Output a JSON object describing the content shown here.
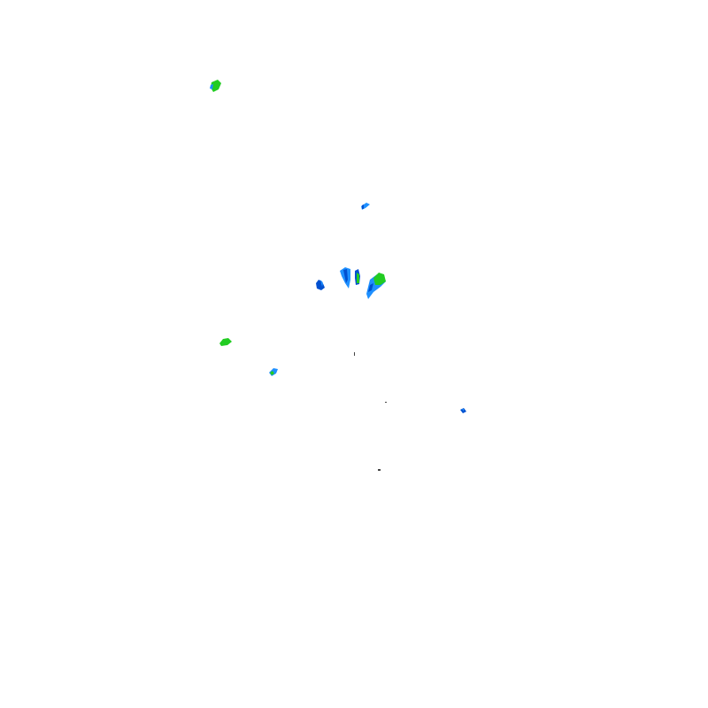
{
  "map": {
    "kind": "radar-reflectivity-overlay",
    "background_color": "#ffffff",
    "echo_colors": {
      "light": "#1e90ff",
      "moderate": "#0050d0",
      "heavy": "#22cc22",
      "trace": "#444444"
    },
    "echoes": [
      {
        "id": "echo-north-west",
        "intensity": [
          "heavy",
          "light"
        ]
      },
      {
        "id": "echo-north-center",
        "intensity": [
          "light",
          "moderate"
        ]
      },
      {
        "id": "echo-center-left",
        "intensity": [
          "moderate",
          "light"
        ]
      },
      {
        "id": "echo-center-a",
        "intensity": [
          "light",
          "moderate"
        ]
      },
      {
        "id": "echo-center-b",
        "intensity": [
          "heavy",
          "moderate"
        ]
      },
      {
        "id": "echo-center-right",
        "intensity": [
          "light",
          "heavy",
          "moderate"
        ]
      },
      {
        "id": "echo-west",
        "intensity": [
          "heavy"
        ]
      },
      {
        "id": "echo-south-west",
        "intensity": [
          "light",
          "heavy"
        ]
      },
      {
        "id": "echo-south-east",
        "intensity": [
          "moderate",
          "light"
        ]
      },
      {
        "id": "echo-trace-1",
        "intensity": [
          "trace"
        ]
      },
      {
        "id": "echo-trace-2",
        "intensity": [
          "trace"
        ]
      },
      {
        "id": "echo-trace-3",
        "intensity": [
          "trace"
        ]
      }
    ]
  }
}
